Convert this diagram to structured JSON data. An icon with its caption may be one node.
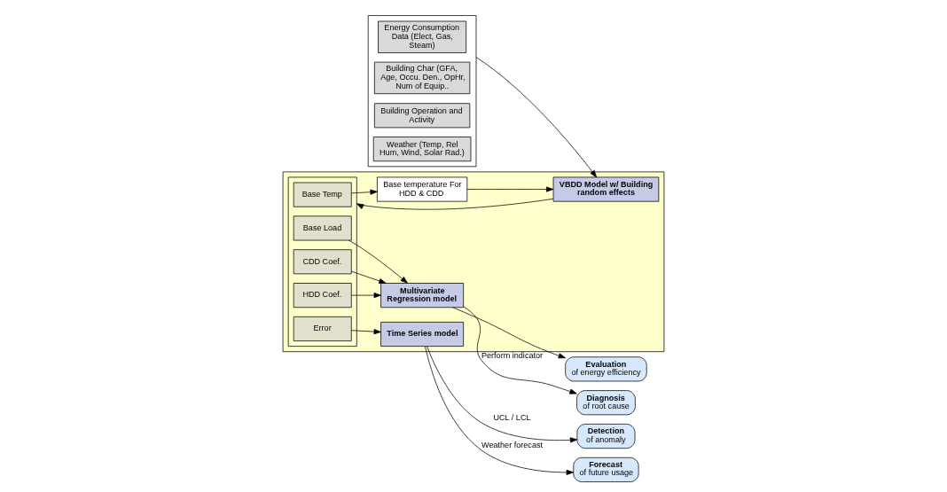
{
  "diagram": {
    "nodes": [
      {
        "text": [],
        "shape": "box"
      },
      {
        "text": [
          "Energy Consumption Data (Elect, Gas, Steam)"
        ],
        "in": 0
      },
      {
        "text": [
          "Building Char (GFA, Age, Occu. Den., OpHr, Num of Equip.."
        ],
        "in": 0
      },
      {
        "text": [
          "Building Operation and Activity"
        ],
        "in": 0
      },
      {
        "text": [
          "Weather (Temp, Rel Hum, Wind, Solar Rad.)"
        ],
        "in": 0
      },
      {
        "text": [],
        "shape": "box"
      },
      {
        "text": [
          "Base temperature For HDD & CDD"
        ],
        "in": 5
      },
      {
        "text": [
          "VBDD Model w/ Building random effects"
        ],
        "in": 5
      },
      {
        "text": [],
        "shape": "box",
        "in": 5
      },
      {
        "text": [
          "Base Temp"
        ],
        "in": 8
      },
      {
        "text": [
          "Base Load"
        ],
        "in": 8
      },
      {
        "text": [
          "HDD Coef."
        ],
        "in": 8
      },
      {
        "text": [
          "CDD Coef."
        ],
        "in": 8
      },
      {
        "text": [
          "Error"
        ],
        "in": 8
      },
      {
        "text": [
          "Multivariate Regression model"
        ],
        "in": 5
      },
      {
        "text": [
          "Time Series model"
        ],
        "in": 5
      },
      {
        "text": [
          "Evaluation",
          "of energy efficiency"
        ]
      },
      {
        "text": [
          "Diagnosis",
          "of root cause"
        ]
      },
      {
        "text": [
          "Detection",
          "of anomaly"
        ]
      },
      {
        "text": [
          "Forecast",
          "of future usage"
        ]
      }
    ],
    "edges": [
      {
        "from": 0,
        "to": 7,
        "arrow": "to"
      },
      {
        "from": 7,
        "to": 8,
        "arrow": "to"
      },
      {
        "from": 9,
        "to": 6,
        "arrow": "to"
      },
      {
        "from": 6,
        "to": 7,
        "arrow": "to"
      },
      {
        "from": 10,
        "to": 14,
        "arrow": "to"
      },
      {
        "from": 11,
        "to": 14,
        "arrow": "to"
      },
      {
        "from": 12,
        "to": 14,
        "arrow": "to"
      },
      {
        "from": 13,
        "to": 15,
        "arrow": "to"
      },
      {
        "from": 14,
        "to": 16,
        "arrow": "to"
      },
      {
        "from": 14,
        "to": 17,
        "arrow": "to",
        "label": "Perform indicator"
      },
      {
        "from": 15,
        "to": 18,
        "arrow": "to",
        "label": "UCL / LCL"
      },
      {
        "from": 15,
        "to": 19,
        "arrow": "to",
        "label": "Weather forecast"
      }
    ]
  }
}
